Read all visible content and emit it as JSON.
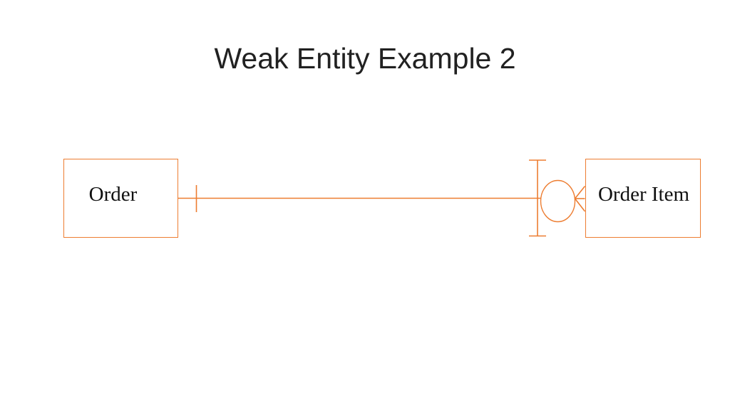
{
  "slide": {
    "title": "Weak Entity Example 2",
    "background": "#FFFFFF"
  },
  "diagram": {
    "entities": [
      {
        "label": "Order"
      },
      {
        "label": "Order Item"
      }
    ],
    "relationship": {
      "from": "Order",
      "to": "Order Item",
      "from_cardinality_symbol": "one-bar-tick",
      "to_cardinality_symbol": "bar-circle-crow-foot"
    },
    "colors": {
      "accent": "#ED7D31",
      "entity_text": "#111111",
      "title_text": "#212121"
    }
  }
}
